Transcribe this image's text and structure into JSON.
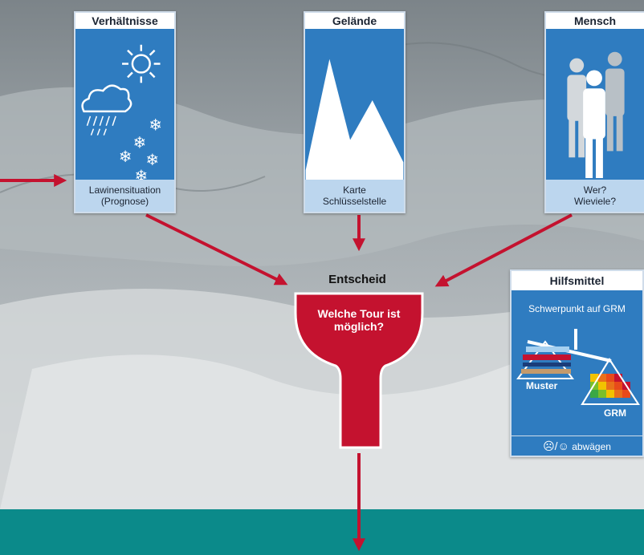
{
  "cards": {
    "verhaeltnisse": {
      "title": "Verhältnisse",
      "caption_line1": "Lawinensituation",
      "caption_line2": "(Prognose)"
    },
    "gelaende": {
      "title": "Gelände",
      "caption_line1": "Karte",
      "caption_line2": "Schlüsselstelle"
    },
    "mensch": {
      "title": "Mensch",
      "caption_line1": "Wer?",
      "caption_line2": "Wieviele?"
    }
  },
  "funnel": {
    "label": "Entscheid",
    "line1": "Welche Tour ist",
    "line2": "möglich?"
  },
  "hilfsmittel": {
    "title": "Hilfsmittel",
    "subtitle": "Schwerpunkt auf GRM",
    "label_left": "Muster",
    "label_right": "GRM",
    "footer_faces": "☹/☺",
    "footer_text": "abwägen"
  },
  "colors": {
    "card_blue": "#2f7cc0",
    "caption_blue": "#bcd6ee",
    "arrow_red": "#c4122f",
    "funnel_red": "#c4122f",
    "teal_band": "#0b8a8a"
  }
}
